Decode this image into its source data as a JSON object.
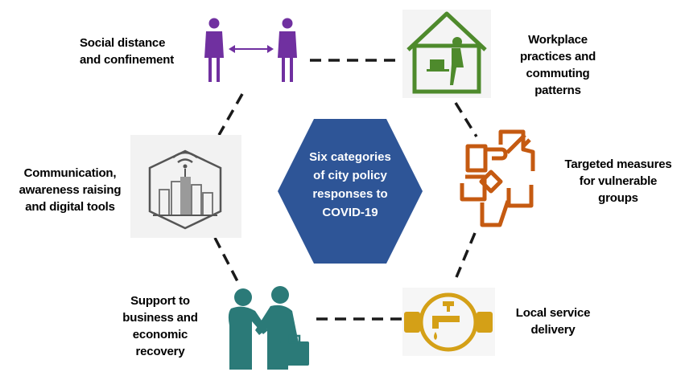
{
  "center": {
    "lines": [
      "Six categories",
      "of city policy",
      "responses to",
      "COVID-19"
    ],
    "color": "#2e5597"
  },
  "categories": {
    "social": {
      "lines": [
        "Social distance",
        "and confinement"
      ],
      "icon": "social-distance-icon",
      "color": "#7030a0"
    },
    "workplace": {
      "lines": [
        "Workplace",
        "practices and",
        "commuting",
        "patterns"
      ],
      "icon": "home-office-icon",
      "color": "#4e8a2c"
    },
    "targeted": {
      "lines": [
        "Targeted measures",
        "for vulnerable",
        "groups"
      ],
      "icon": "joined-hands-icon",
      "color": "#c55a11"
    },
    "local": {
      "lines": [
        "Local service",
        "delivery"
      ],
      "icon": "water-tap-icon",
      "color": "#d4a017"
    },
    "support": {
      "lines": [
        "Support to",
        "business and",
        "economic",
        "recovery"
      ],
      "icon": "handshake-icon",
      "color": "#2b7a78"
    },
    "communication": {
      "lines": [
        "Communication,",
        "awareness raising",
        "and digital tools"
      ],
      "icon": "smart-city-icon",
      "color": "#7f7f7f"
    }
  }
}
